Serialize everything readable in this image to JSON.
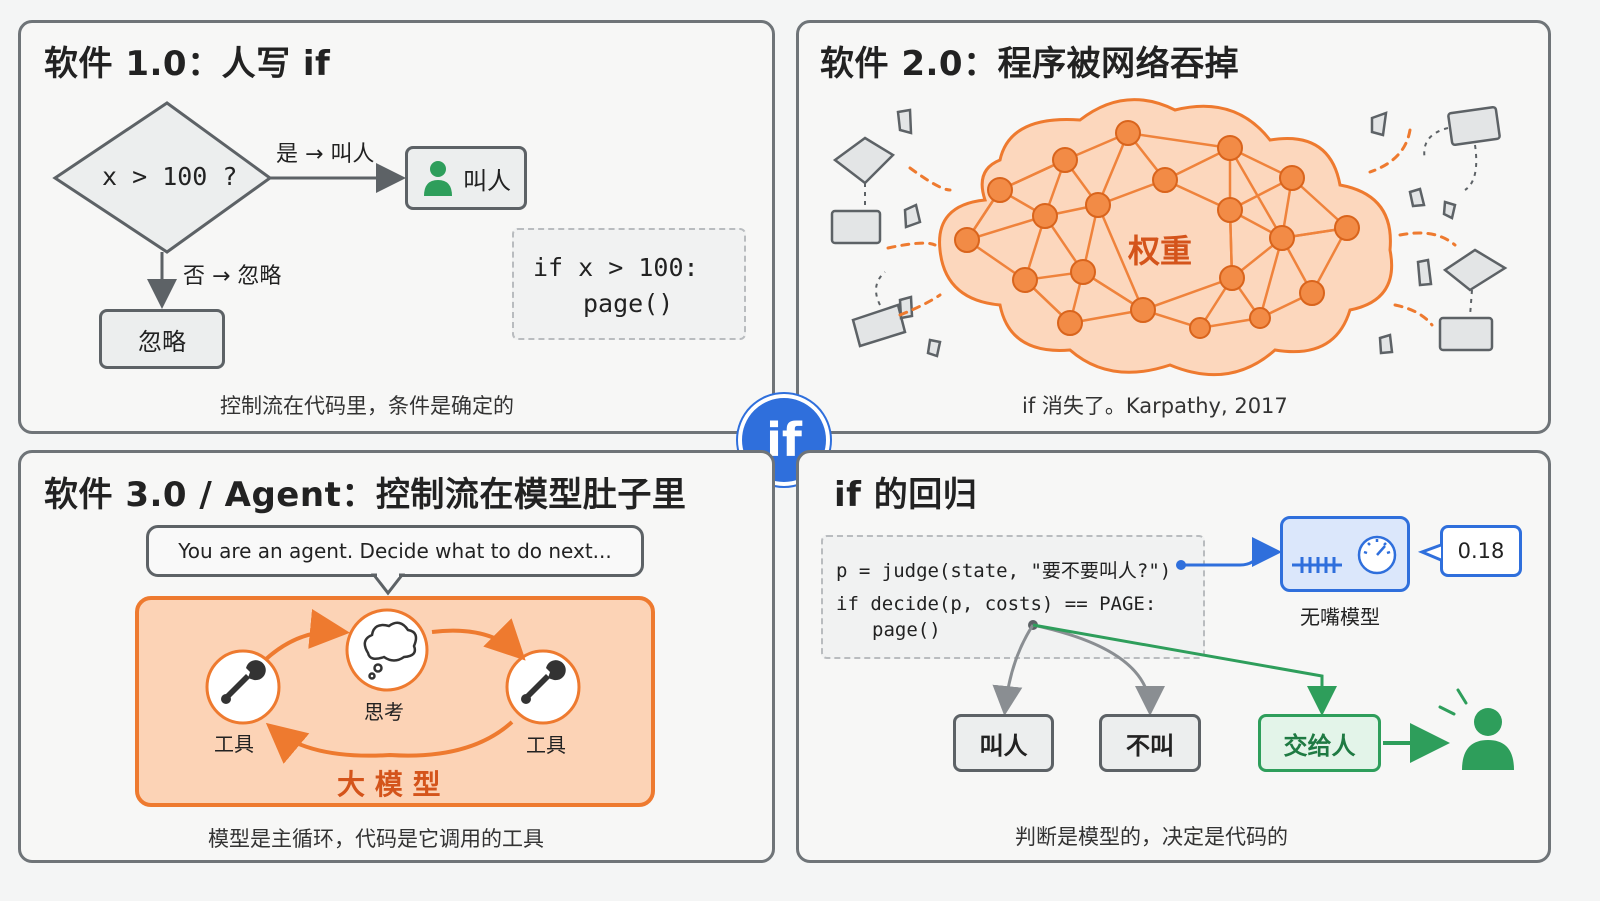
{
  "badge": "if",
  "panel1": {
    "title": "软件 1.0：人写 if",
    "condition": "x > 100 ?",
    "yes_label": "是 → 叫人",
    "no_label": "否 → 忽略",
    "call_box": "叫人",
    "ignore_box": "忽略",
    "code_line1": "if x > 100:",
    "code_line2": "page()",
    "caption": "控制流在代码里，条件是确定的"
  },
  "panel2": {
    "title": "软件 2.0：程序被网络吞掉",
    "cloud_label": "权重",
    "caption": "if 消失了。Karpathy, 2017"
  },
  "panel3": {
    "title": "软件 3.0 / Agent：控制流在模型肚子里",
    "prompt": "You are an agent. Decide what to do next...",
    "think_label": "思考",
    "tool_left": "工具",
    "tool_right": "工具",
    "model_label": "大 模 型",
    "caption": "模型是主循环，代码是它调用的工具"
  },
  "panel4": {
    "title": "if 的回归",
    "code_line1": "p = judge(state, \"要不要叫人?\")",
    "code_line2": "if decide(p, costs) == PAGE:",
    "code_line3": "page()",
    "model_label": "无嘴模型",
    "score": "0.18",
    "out_call": "叫人",
    "out_nocall": "不叫",
    "out_handoff": "交给人",
    "caption": "判断是模型的，决定是代码的"
  },
  "colors": {
    "orange": "#ee7a2f",
    "blue": "#2f6fdc",
    "green": "#2e9e5b",
    "gray": "#5d6266"
  }
}
